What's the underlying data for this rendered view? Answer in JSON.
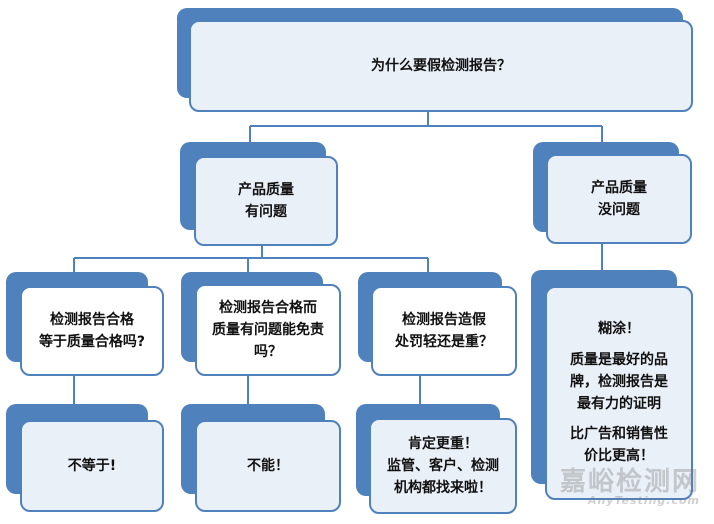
{
  "root": {
    "lines": [
      "为什么要假检测报告？"
    ]
  },
  "left_branch": {
    "lines": [
      "产品质量",
      "有问题"
    ]
  },
  "right_branch": {
    "lines": [
      "产品质量",
      "没问题"
    ]
  },
  "q1": {
    "lines": [
      "检测报告合格",
      "等于质量合格吗?"
    ]
  },
  "q2": {
    "lines": [
      "检测报告合格而",
      "质量有问题能免责",
      "吗？"
    ]
  },
  "q3": {
    "lines": [
      "检测报告造假",
      "处罚轻还是重？"
    ]
  },
  "a1": {
    "lines": [
      "不等于!"
    ]
  },
  "a2": {
    "lines": [
      "不能！"
    ]
  },
  "a3": {
    "lines": [
      "肯定更重！",
      "监管、客户、检测",
      "机构都找来啦！"
    ]
  },
  "right_answer": {
    "lines": [
      "糊涂！",
      "质量是最好的品",
      "牌，检测报告是",
      "最有力的证明",
      "比广告和销售性",
      "价比更高！"
    ]
  },
  "watermark": {
    "cn": "嘉峪检测网",
    "en": "AnyTesting.com"
  },
  "colors": {
    "accent": "#4f81bd",
    "border": "#4f81bd",
    "tint": "#eaf0f8"
  }
}
